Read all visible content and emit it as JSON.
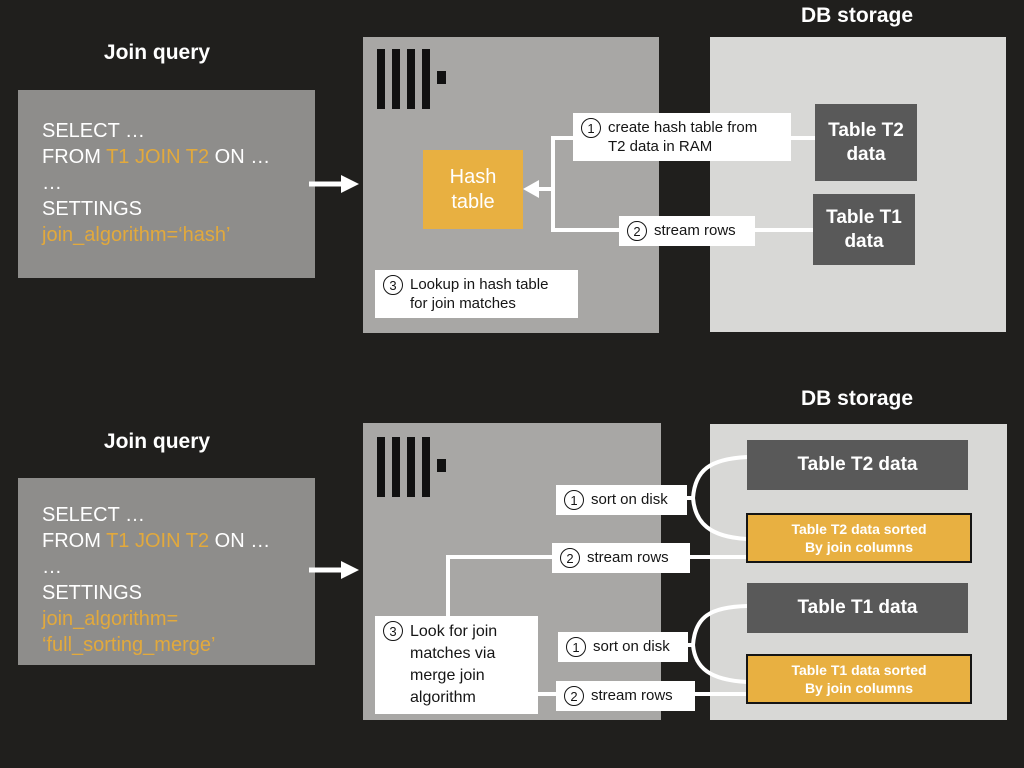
{
  "colors": {
    "background": "#201f1d",
    "query_box": "#8e8d8b",
    "server_box": "#a8a7a5",
    "db_box": "#d8d8d6",
    "dark_table": "#595959",
    "accent_yellow": "#e8b041",
    "sql_highlight": "#e2a93c",
    "white": "#ffffff"
  },
  "top_diagram": {
    "query_title": "Join query",
    "db_title": "DB storage",
    "sql": {
      "select": "SELECT …",
      "from_prefix": "FROM ",
      "from_highlight": "T1 JOIN T2",
      "from_suffix": " ON …",
      "ellipsis": "…",
      "settings": "SETTINGS",
      "algorithm": "join_algorithm=‘hash’"
    },
    "hash_table": {
      "line1": "Hash",
      "line2": "table"
    },
    "step1": {
      "num": "1",
      "line1": "create hash table from",
      "line2": "T2 data in RAM"
    },
    "step2": {
      "num": "2",
      "text": "stream rows"
    },
    "step3": {
      "num": "3",
      "line1": "Lookup in hash table",
      "line2": "for join matches"
    },
    "table_t2": {
      "line1": "Table T2",
      "line2": "data"
    },
    "table_t1": {
      "line1": "Table T1",
      "line2": "data"
    }
  },
  "bottom_diagram": {
    "query_title": "Join query",
    "db_title": "DB storage",
    "sql": {
      "select": "SELECT …",
      "from_prefix": "FROM ",
      "from_highlight": "T1 JOIN T2",
      "from_suffix": " ON …",
      "ellipsis": "…",
      "settings": "SETTINGS",
      "algorithm_line1": "join_algorithm=",
      "algorithm_line2": "‘full_sorting_merge’"
    },
    "step_sort_t2": {
      "num": "1",
      "text": "sort on disk"
    },
    "step_stream_t2": {
      "num": "2",
      "text": "stream rows"
    },
    "step3": {
      "num": "3",
      "line1": "Look for join",
      "line2": "matches via",
      "line3": "merge join",
      "line4": "algorithm"
    },
    "step_sort_t1": {
      "num": "1",
      "text": "sort on disk"
    },
    "step_stream_t1": {
      "num": "2",
      "text": "stream rows"
    },
    "table_t2": "Table T2 data",
    "table_t2_sorted": {
      "line1": "Table T2 data sorted",
      "line2": "By join columns"
    },
    "table_t1": "Table T1 data",
    "table_t1_sorted": {
      "line1": "Table T1 data sorted",
      "line2": "By join columns"
    }
  }
}
